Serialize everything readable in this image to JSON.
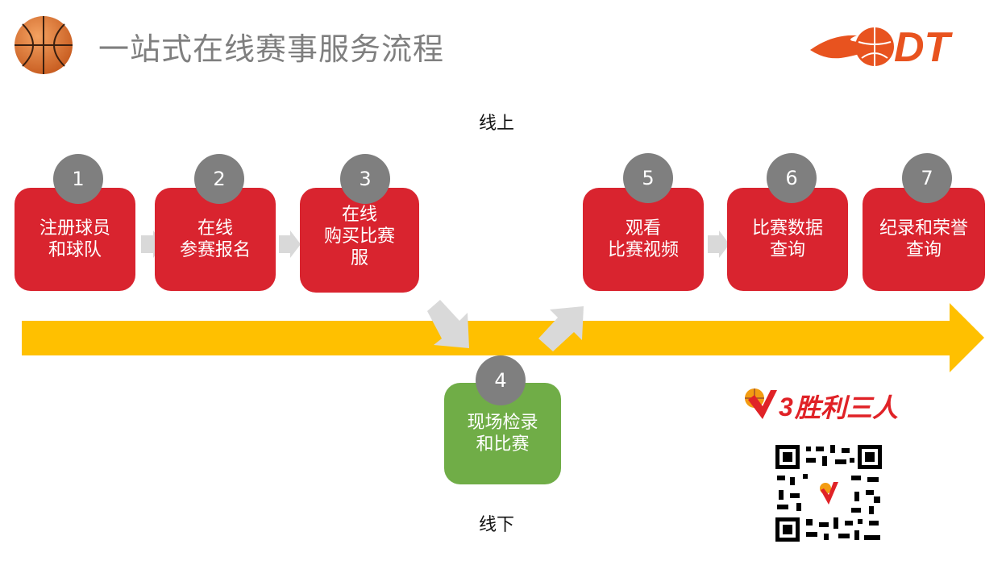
{
  "header": {
    "title": "一站式在线赛事服务流程",
    "logo_text": "DT"
  },
  "phases": {
    "online": "线上",
    "offline": "线下"
  },
  "steps": [
    {
      "num": "1",
      "label": "注册球员\n和球队"
    },
    {
      "num": "2",
      "label": "在线\n参赛报名"
    },
    {
      "num": "3",
      "label": "在线\n购买比赛\n服"
    },
    {
      "num": "4",
      "label": "现场检录\n和比赛"
    },
    {
      "num": "5",
      "label": "观看\n比赛视频"
    },
    {
      "num": "6",
      "label": "比赛数据\n查询"
    },
    {
      "num": "7",
      "label": "纪录和荣誉\n查询"
    }
  ],
  "brand": {
    "name": "胜利三人"
  },
  "colors": {
    "step_online": "#d9242f",
    "step_offline": "#70ad47",
    "badge": "#7f7f7f",
    "timeline": "#ffc000",
    "connector": "#d9d9d9"
  }
}
